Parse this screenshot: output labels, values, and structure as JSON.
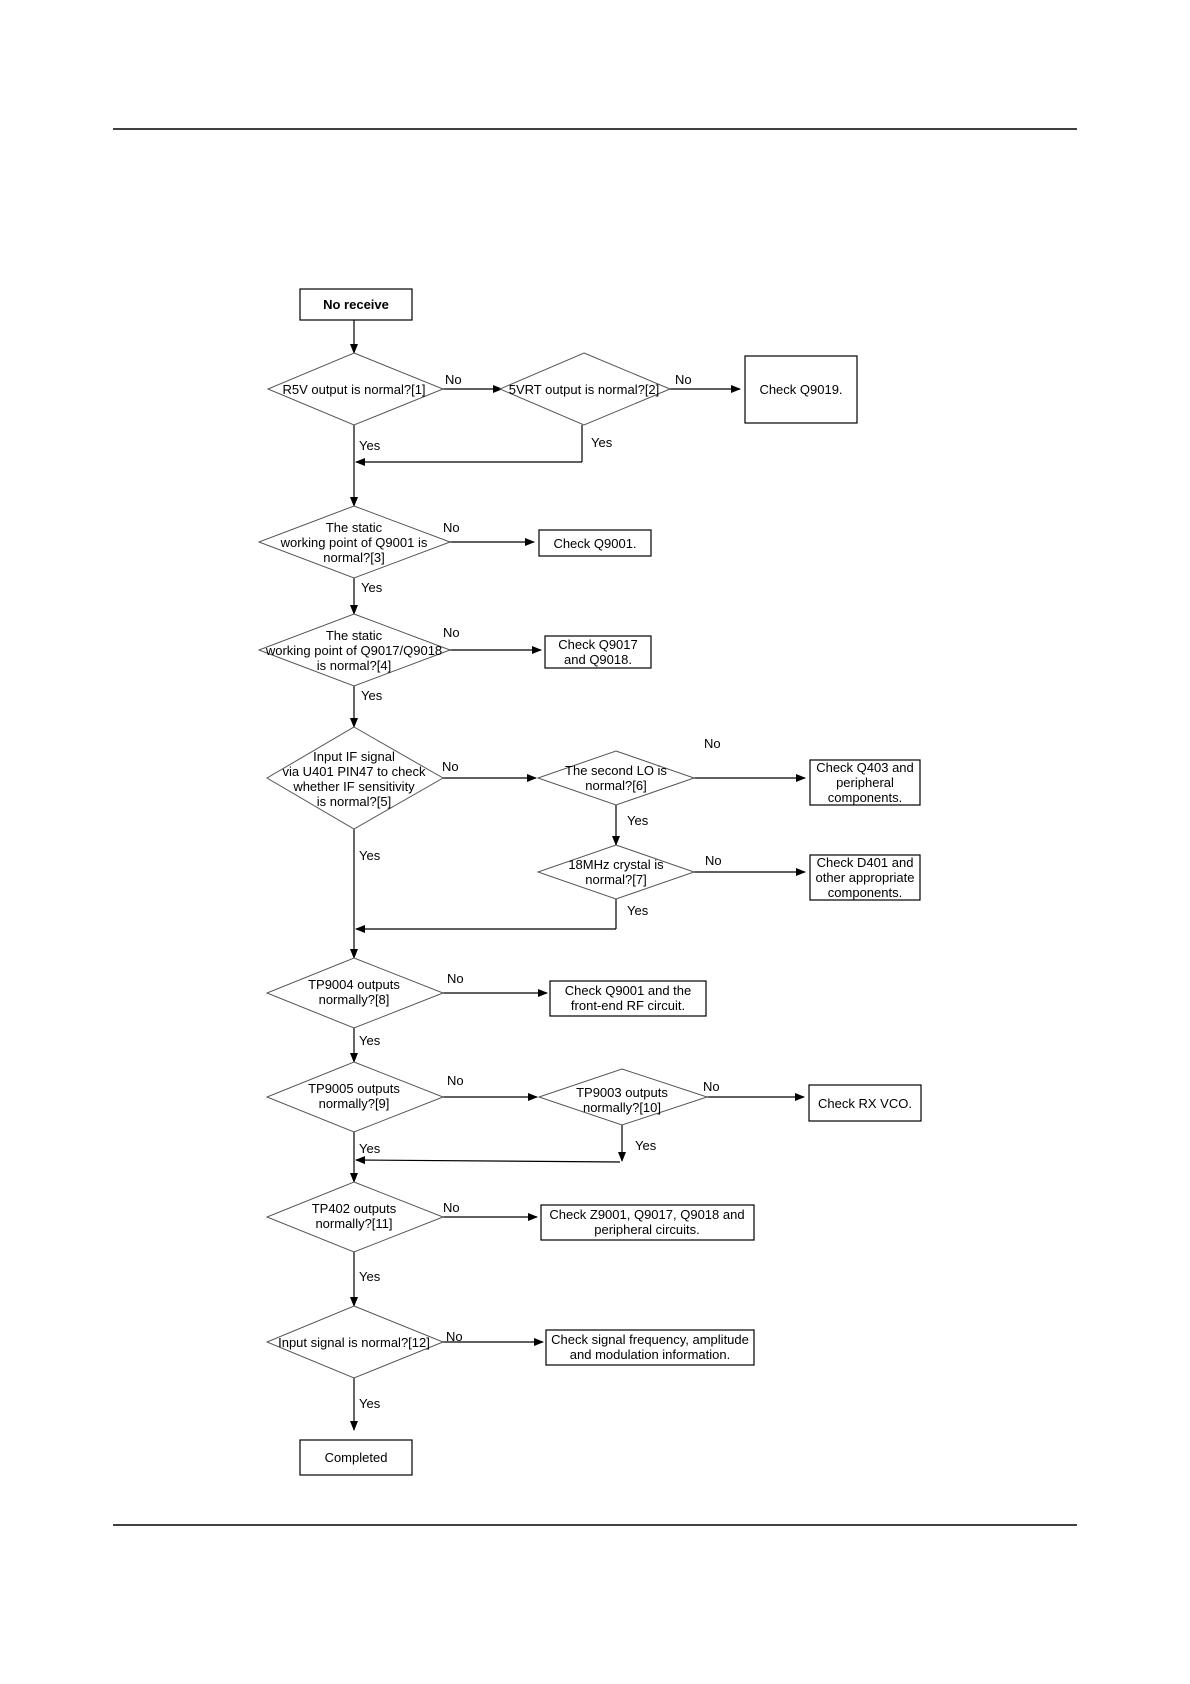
{
  "flowchart": {
    "start": "No receive",
    "end": "Completed",
    "decisions": {
      "d1": [
        "R5V output is normal?[1]"
      ],
      "d2": [
        "5VRT output is normal?[2]"
      ],
      "d3": [
        "The static",
        "working point of Q9001 is",
        "normal?[3]"
      ],
      "d4": [
        "The static",
        "working point of Q9017/Q9018",
        "is normal?[4]"
      ],
      "d5": [
        "Input IF signal",
        "via U401 PIN47 to check",
        "whether IF sensitivity",
        "is normal?[5]"
      ],
      "d6": [
        "The second LO is",
        "normal?[6]"
      ],
      "d7": [
        "18MHz crystal is",
        "normal?[7]"
      ],
      "d8": [
        "TP9004 outputs",
        "normally?[8]"
      ],
      "d9": [
        "TP9005 outputs",
        "normally?[9]"
      ],
      "d10": [
        "TP9003 outputs",
        "normally?[10]"
      ],
      "d11": [
        "TP402 outputs",
        "normally?[11]"
      ],
      "d12": [
        "Input signal is normal?[12]"
      ]
    },
    "actions": {
      "a1": [
        "Check Q9019."
      ],
      "a2": [
        "Check  Q9001."
      ],
      "a3": [
        "Check  Q9017",
        "and Q9018."
      ],
      "a4": [
        "Check Q403 and",
        "peripheral",
        "components."
      ],
      "a5": [
        "Check D401 and",
        "other appropriate",
        "components."
      ],
      "a6": [
        "Check Q9001 and the",
        "front-end RF circuit."
      ],
      "a7": [
        "Check RX VCO."
      ],
      "a8": [
        "Check  Z9001, Q9017,  Q9018 and",
        "peripheral circuits."
      ],
      "a9": [
        "Check signal frequency, amplitude",
        "and modulation information."
      ]
    },
    "yes_label": "Yes",
    "no_label": "No"
  }
}
